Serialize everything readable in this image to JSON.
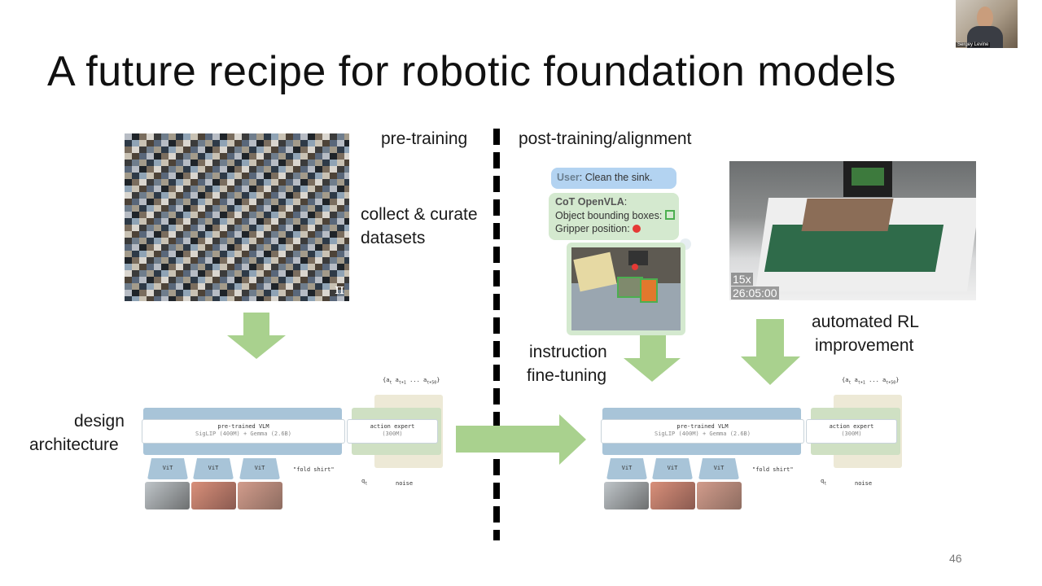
{
  "slide": {
    "title": "A future recipe for robotic foundation models",
    "page_number": "46",
    "pretraining_label": "pre-training",
    "posttraining_label": "post-training/alignment",
    "collect_label_line1": "collect & curate",
    "collect_label_line2": "datasets",
    "design_label_line1": "design",
    "design_label_line2": "architecture",
    "instruction_label_line1": "instruction",
    "instruction_label_line2": "fine-tuning",
    "rl_label_line1": "automated RL",
    "rl_label_line2": "improvement",
    "mosaic_logo": "π"
  },
  "chat": {
    "user_prefix": "User",
    "user_text": ": Clean the sink.",
    "model_name": "CoT OpenVLA",
    "model_colon": ":",
    "line_bboxes": "Object bounding boxes:",
    "line_gripper": "Gripper position:"
  },
  "video": {
    "speed": "15x",
    "time": "26:05:00"
  },
  "webcam": {
    "name": "Sergey Levine"
  },
  "architecture": {
    "vlm_title": "pre-trained VLM",
    "vlm_sub": "SigLIP (400M) + Gemma (2.6B)",
    "expert_title": "action expert",
    "expert_sub": "(300M)",
    "vit": "ViT",
    "prompt": "\"fold shirt\"",
    "noise": "noise",
    "q": "q",
    "q_sub": "t",
    "a_t": "a",
    "a_t_sub": "t",
    "a_t1": "a",
    "a_t1_sub": "t+1",
    "dots": "...",
    "a_t50": "a",
    "a_t50_sub": "t+50"
  },
  "colors": {
    "arrow_green": "#a9d18e",
    "vlm_blue": "#a8c4d8",
    "expert_green": "#cfe0c3",
    "expert_panel": "#ede9d6"
  }
}
